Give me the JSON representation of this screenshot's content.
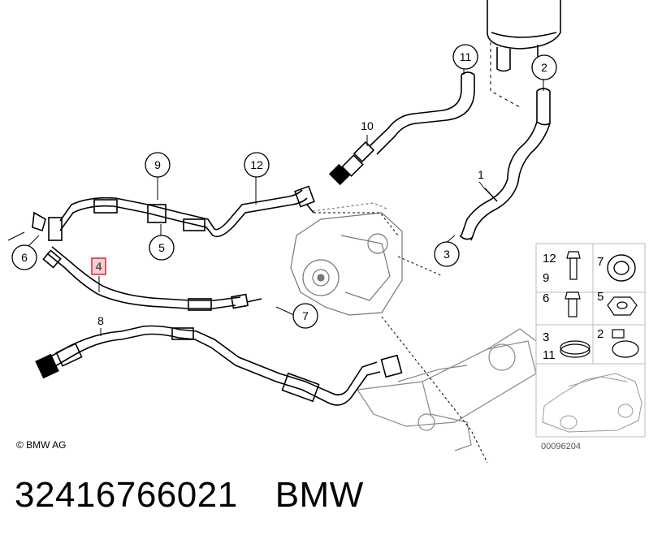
{
  "diagram": {
    "callouts": [
      "11",
      "2",
      "10",
      "1",
      "9",
      "12",
      "3",
      "6",
      "5",
      "4",
      "7",
      "8"
    ],
    "highlighted_part": "4",
    "copyright": "© BMW AG",
    "figure_code": "00096204"
  },
  "legend": {
    "labels": [
      "12",
      "9",
      "7",
      "6",
      "5",
      "3",
      "11",
      "2"
    ]
  },
  "footer": {
    "part_number": "32416766021",
    "brand": "BMW"
  },
  "colors": {
    "highlight": "#e0303a",
    "line": "#000000",
    "gray": "#9a9a9a"
  }
}
